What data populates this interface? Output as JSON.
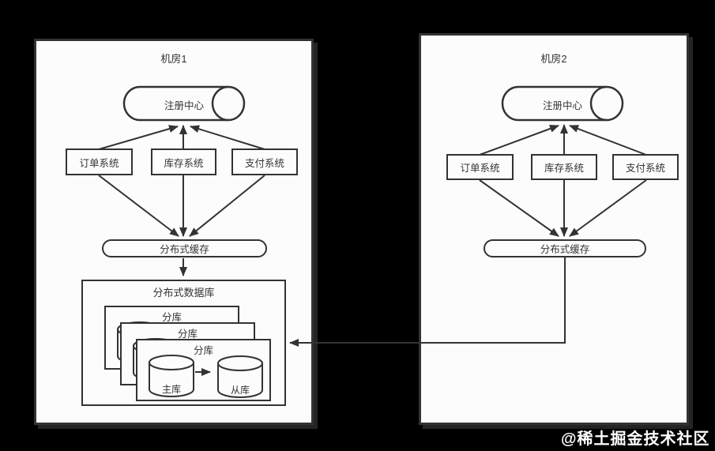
{
  "diagram": {
    "rooms": [
      {
        "title": "机房1",
        "registry": "注册中心",
        "systems": [
          "订单系统",
          "库存系统",
          "支付系统"
        ],
        "cache": "分布式缓存",
        "database": {
          "title": "分布式数据库",
          "shards": [
            {
              "label": "分库"
            },
            {
              "label": "分库"
            },
            {
              "label": "分库",
              "master": "主库",
              "slave": "从库"
            }
          ]
        }
      },
      {
        "title": "机房2",
        "registry": "注册中心",
        "systems": [
          "订单系统",
          "库存系统",
          "支付系统"
        ],
        "cache": "分布式缓存"
      }
    ]
  },
  "watermark": "@稀土掘金技术社区",
  "colors": {
    "background": "#000000",
    "line": "#333333",
    "shape_fill": "#fcfcfc",
    "text": "#333333",
    "watermark_text": "#ffffff"
  }
}
